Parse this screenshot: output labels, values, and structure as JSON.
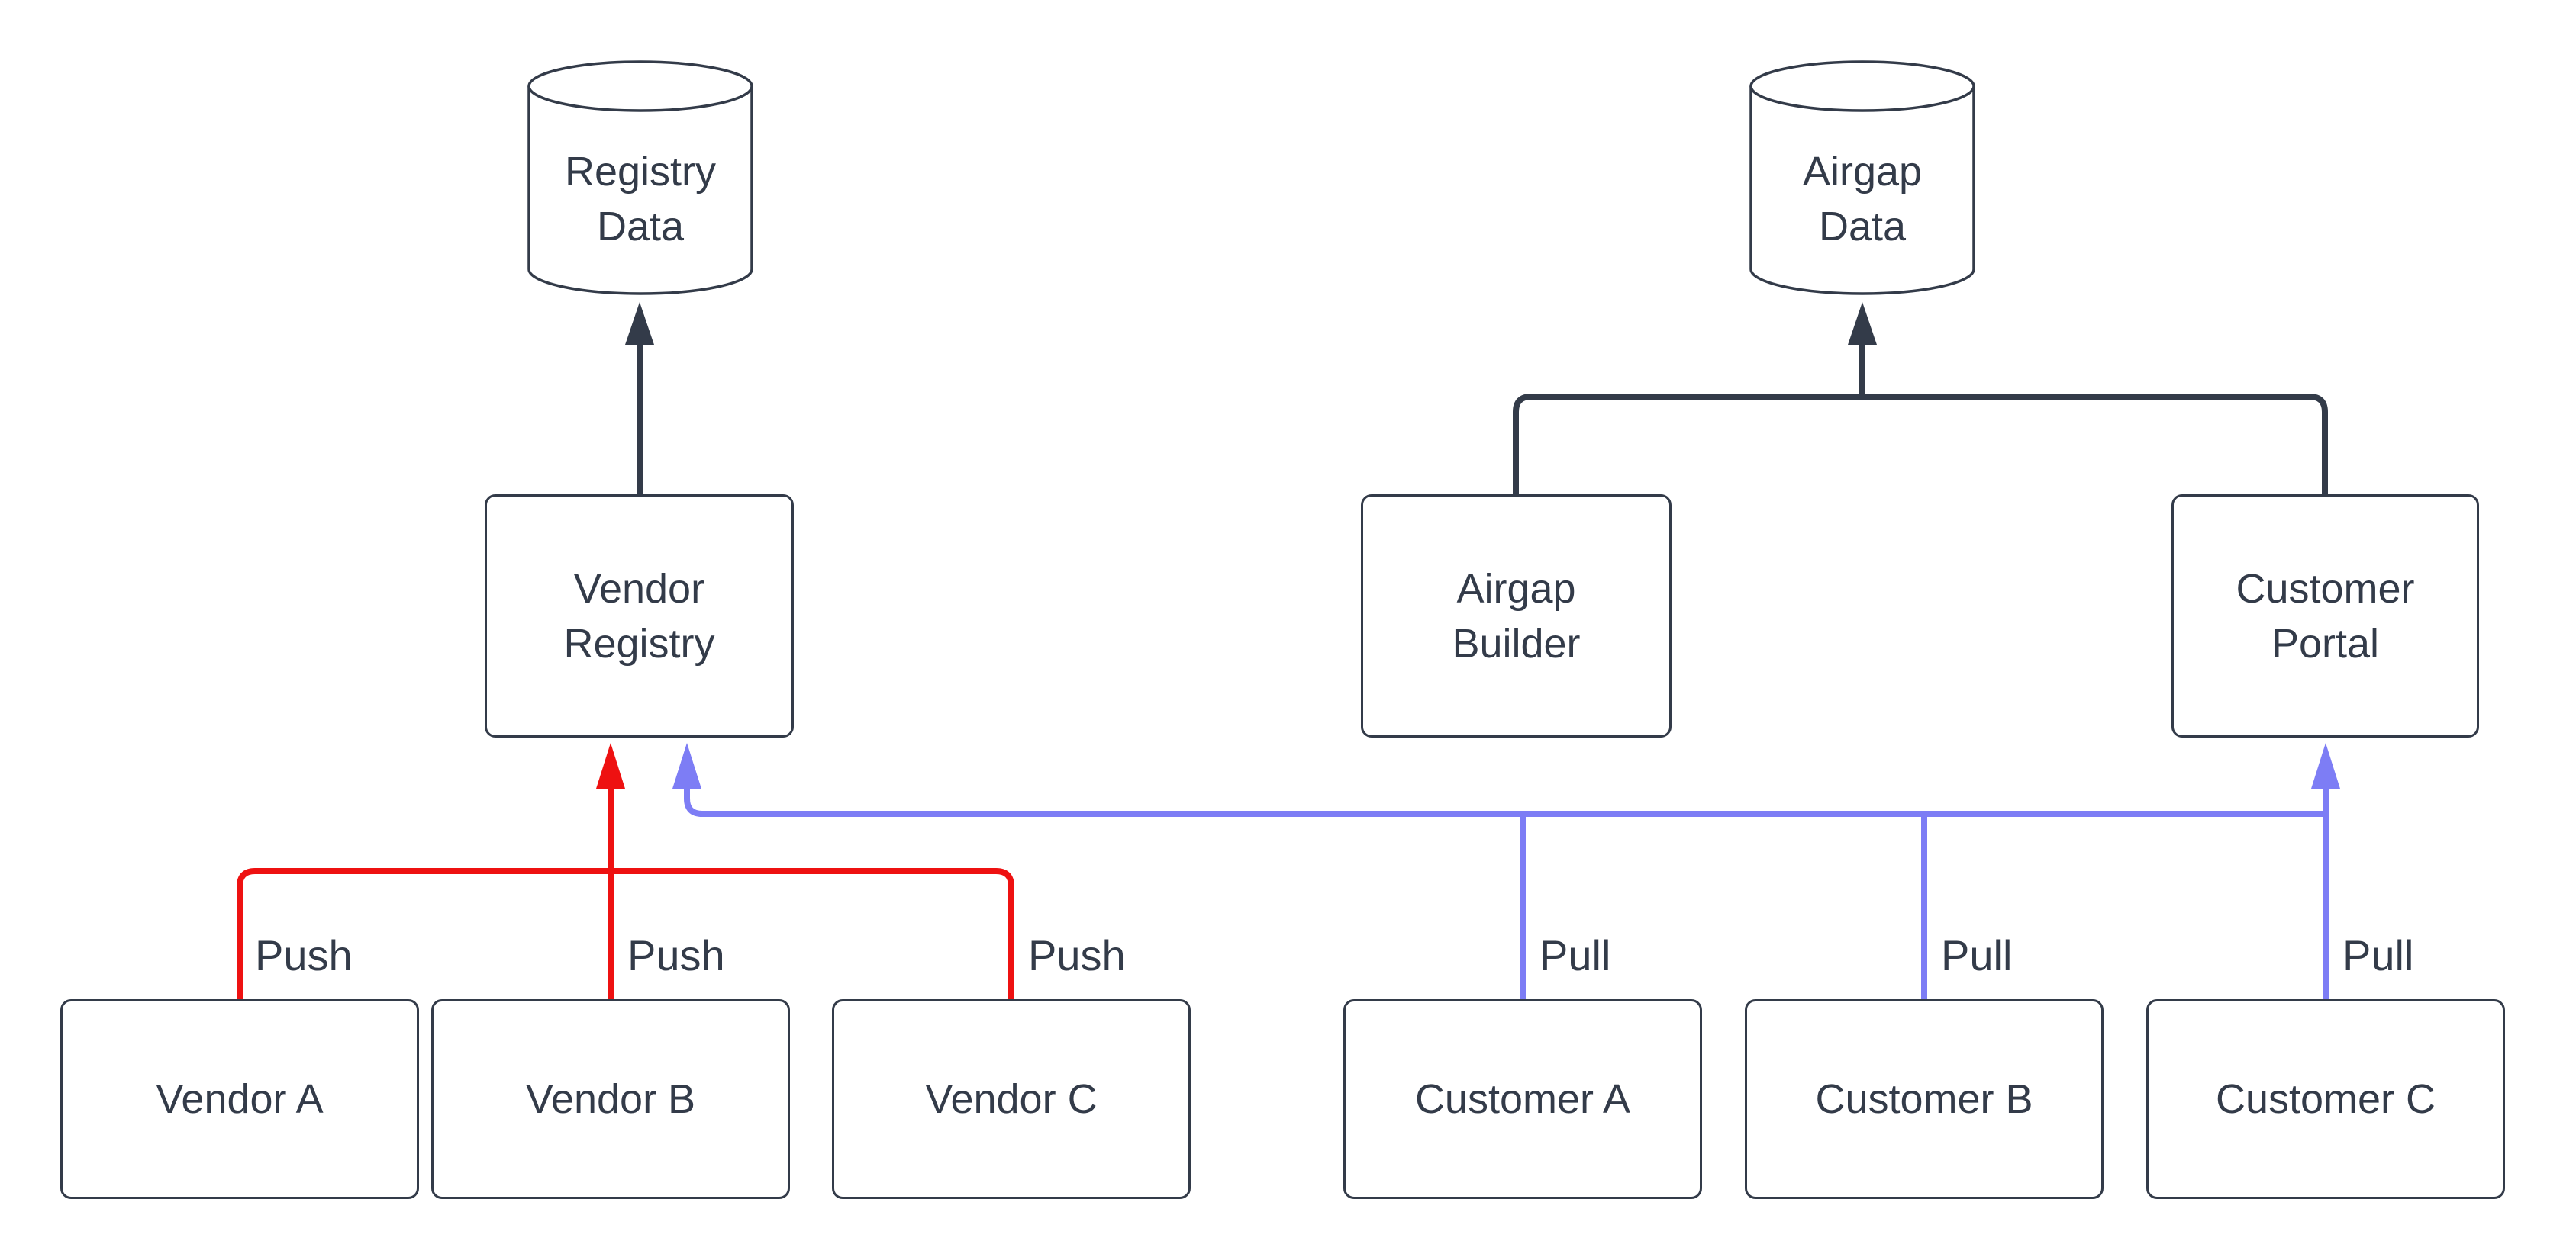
{
  "diagram": {
    "kind": "flowchart",
    "background": "#ffffff",
    "colors": {
      "node_border": "#333b49",
      "node_fill": "#ffffff",
      "text": "#333b49",
      "edge_dark": "#333b49",
      "edge_push": "#ee1111",
      "edge_pull": "#7d7df5"
    },
    "cylinders": [
      {
        "id": "registry-data",
        "label": "Registry\nData"
      },
      {
        "id": "airgap-data",
        "label": "Airgap\nData"
      }
    ],
    "mid_nodes": [
      {
        "id": "vendor-registry",
        "label": "Vendor\nRegistry"
      },
      {
        "id": "airgap-builder",
        "label": "Airgap\nBuilder"
      },
      {
        "id": "customer-portal",
        "label": "Customer\nPortal"
      }
    ],
    "bottom_nodes": [
      {
        "id": "vendor-a",
        "label": "Vendor A"
      },
      {
        "id": "vendor-b",
        "label": "Vendor B"
      },
      {
        "id": "vendor-c",
        "label": "Vendor C"
      },
      {
        "id": "customer-a",
        "label": "Customer A"
      },
      {
        "id": "customer-b",
        "label": "Customer B"
      },
      {
        "id": "customer-c",
        "label": "Customer C"
      }
    ],
    "edge_labels": {
      "push": "Push",
      "pull": "Pull"
    },
    "edges": [
      {
        "from": "Vendor Registry",
        "to": "Registry Data",
        "label": "",
        "color": "dark"
      },
      {
        "from": "Airgap Builder",
        "to": "Airgap Data",
        "label": "",
        "color": "dark"
      },
      {
        "from": "Customer Portal",
        "to": "Airgap Data",
        "label": "",
        "color": "dark"
      },
      {
        "from": "Vendor A",
        "to": "Vendor Registry",
        "label": "Push",
        "color": "red"
      },
      {
        "from": "Vendor B",
        "to": "Vendor Registry",
        "label": "Push",
        "color": "red"
      },
      {
        "from": "Vendor C",
        "to": "Vendor Registry",
        "label": "Push",
        "color": "red"
      },
      {
        "from": "Customer A",
        "to": "Vendor Registry",
        "label": "Pull",
        "color": "blue"
      },
      {
        "from": "Customer B",
        "to": "Vendor Registry",
        "label": "Pull",
        "color": "blue"
      },
      {
        "from": "Customer C",
        "to": "Customer Portal",
        "label": "Pull",
        "color": "blue"
      }
    ]
  }
}
